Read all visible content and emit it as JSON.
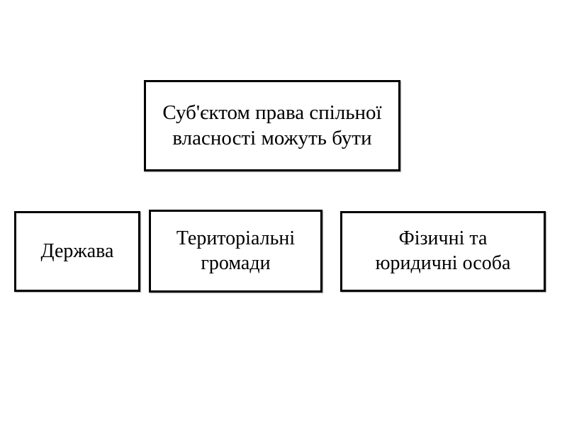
{
  "diagram": {
    "type": "hierarchy",
    "root_box": {
      "text": "Суб'єктом права спільної\nвласності можуть бути"
    },
    "child_boxes": [
      {
        "text": "Держава"
      },
      {
        "text": "Територіальні\nгромади"
      },
      {
        "text": "Фізичні та\nюридичні особа"
      }
    ],
    "colors": {
      "background": "#ffffff",
      "box_fill": "#ffffff",
      "box_border": "#000000",
      "text": "#000000"
    }
  }
}
